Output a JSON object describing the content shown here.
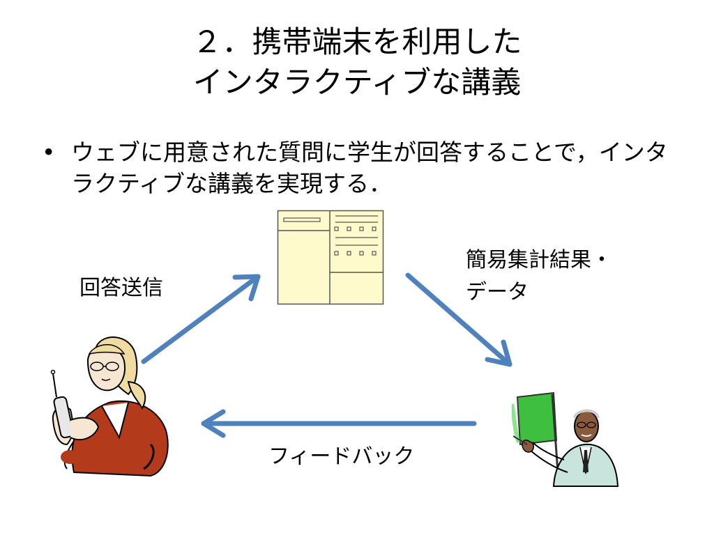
{
  "slide": {
    "title_line1": "２．携帯端末を利用した",
    "title_line2": "インタラクティブな講義",
    "bullet_mark": "•",
    "bullet_text": "ウェブに用意された質問に学生が回答することで，インタラクティブな講義を実現する．"
  },
  "diagram": {
    "answer_label": "回答送信",
    "result_label_line1": "簡易集計結果・",
    "result_label_line2": "データ",
    "feedback_label": "フィードバック",
    "arrow_color": "#4f81bd",
    "web_form_fill": "#fffacc",
    "web_form_stroke": "#555555",
    "board_color": "#3fbf3f",
    "jacket_color": "#b33a1a"
  },
  "icons": {
    "web_form": "web-form-icon",
    "student": "student-with-phone-icon",
    "teacher": "teacher-with-board-icon"
  }
}
